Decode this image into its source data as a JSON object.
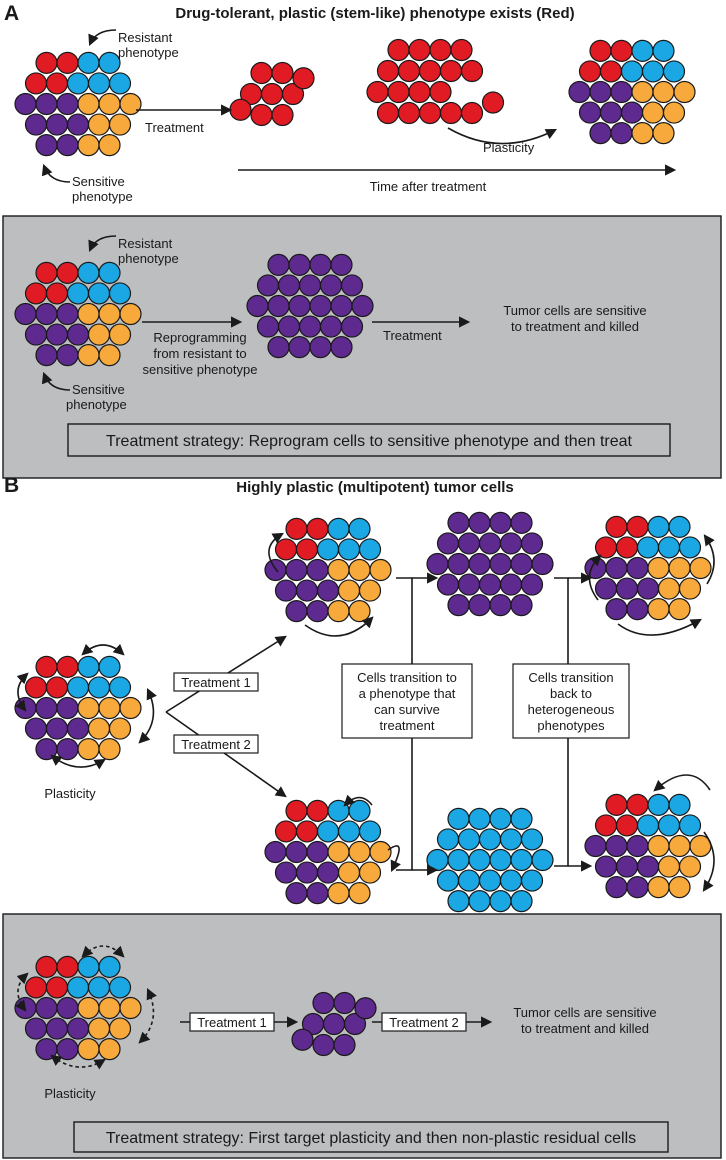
{
  "colors": {
    "red": "#e01b24",
    "blue": "#1aa7e3",
    "purple": "#5e2a8f",
    "orange": "#f7a93b",
    "panel_gray": "#bcbec0"
  },
  "panel_a": {
    "letter": "A",
    "title": "Drug-tolerant, plastic (stem-like) phenotype exists (Red)",
    "resistant_label": [
      "Resistant",
      "phenotype"
    ],
    "sensitive_label": [
      "Sensitive",
      "phenotype"
    ],
    "treatment_label": "Treatment",
    "plasticity_label": "Plasticity",
    "time_label": "Time after treatment",
    "box": {
      "resistant_label": [
        "Resistant",
        "phenotype"
      ],
      "sensitive_label": [
        "Sensitive",
        "phenotype"
      ],
      "reprogramming_label": [
        "Reprogramming",
        "from resistant to",
        "sensitive phenotype"
      ],
      "treatment_label": "Treatment",
      "outcome_label": [
        "Tumor cells are sensitive",
        "to treatment and killed"
      ],
      "strategy": "Treatment strategy: Reprogram cells to sensitive phenotype and then treat"
    }
  },
  "panel_b": {
    "letter": "B",
    "title": "Highly plastic (multipotent) tumor cells",
    "treatment1_label": "Treatment 1",
    "treatment2_label": "Treatment 2",
    "plasticity_label": "Plasticity",
    "transition_label": [
      "Cells transition to",
      "a phenotype that",
      "can survive",
      "treatment"
    ],
    "back_label": [
      "Cells transition",
      "back to",
      "heterogeneous",
      "phenotypes"
    ],
    "box": {
      "plasticity_label": "Plasticity",
      "treatment1_label": "Treatment 1",
      "treatment2_label": "Treatment 2",
      "outcome_label": [
        "Tumor cells are sensitive",
        "to treatment and killed"
      ],
      "strategy": "Treatment strategy: First target plasticity and then non-plastic residual cells"
    }
  }
}
